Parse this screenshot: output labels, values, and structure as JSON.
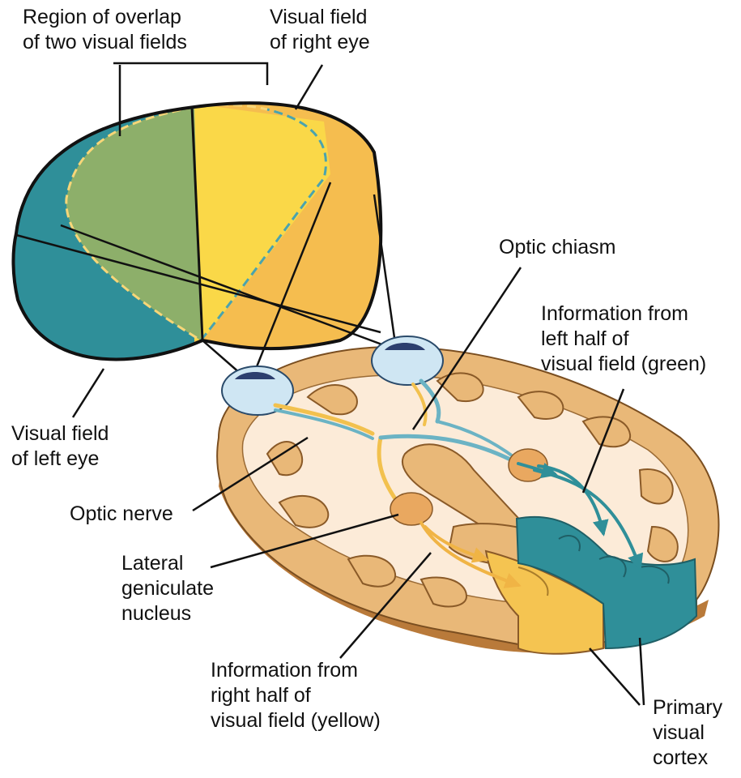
{
  "colors": {
    "teal": "#2f8f99",
    "yellow": "#f2c14e",
    "overlap_green": "#8daf6a",
    "brain_tan": "#e9b878",
    "brain_pale": "#fcebd8",
    "eye_blue": "#cfe6f3",
    "outline": "#111111"
  },
  "labels": {
    "overlap": [
      "Region of overlap",
      "of two visual fields"
    ],
    "right_field": [
      "Visual field",
      "of right eye"
    ],
    "left_field": [
      "Visual field",
      "of left eye"
    ],
    "optic_chiasm": [
      "Optic chiasm"
    ],
    "left_half_info": [
      "Information from",
      "left half of",
      "visual field (green)"
    ],
    "optic_nerve": [
      "Optic nerve"
    ],
    "lgn": [
      "Lateral",
      "geniculate",
      "nucleus"
    ],
    "right_half_info": [
      "Information from",
      "right half of",
      "visual field (yellow)"
    ],
    "primary_cortex": [
      "Primary",
      "visual",
      "cortex"
    ]
  }
}
